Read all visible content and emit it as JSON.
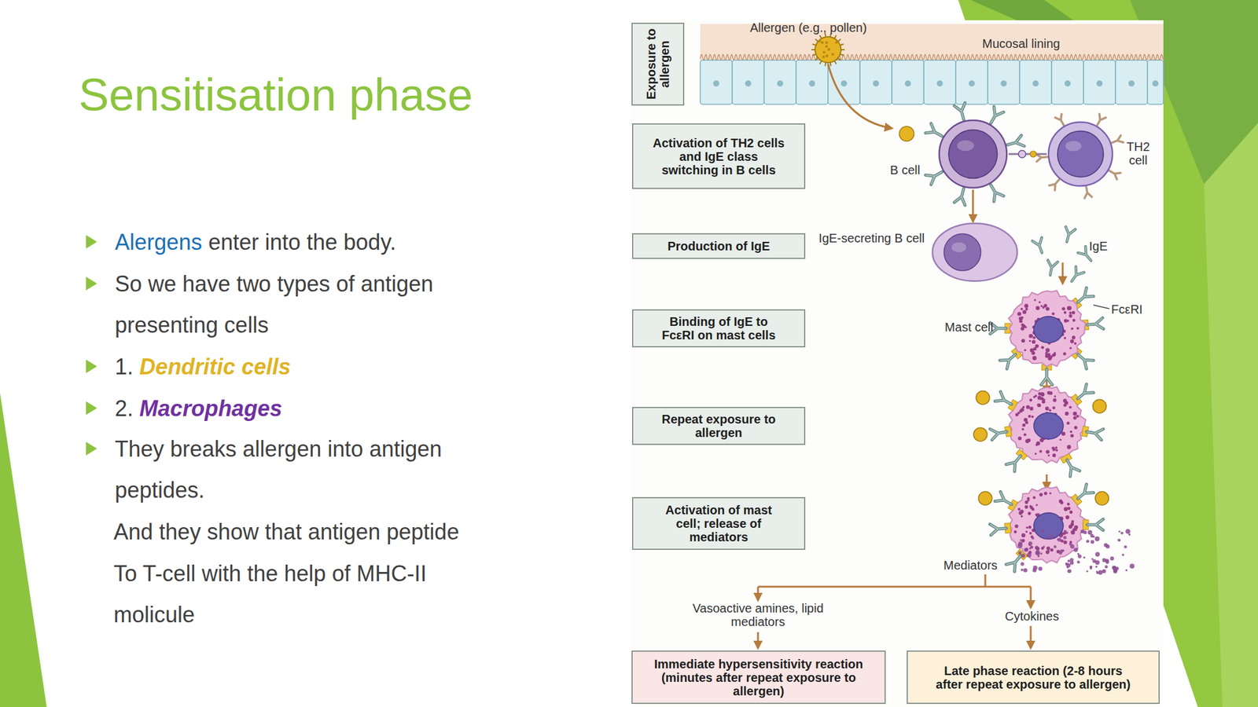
{
  "diagram": {
    "title": "Sensitisation phase",
    "nodes": [
      {
        "text": [
          "Exposure to allergen"
        ]
      },
      {
        "text": [
          "Activation of TH2 cells and IgE class switching in B cells"
        ]
      },
      {
        "text": [
          "Production of IgE"
        ]
      },
      {
        "text": [
          "Binding of IgE to FcεRI on mast cells"
        ]
      },
      {
        "text": [
          "Repeat exposure to allergen"
        ]
      },
      {
        "text": [
          "Activation of mast cell; release of mediators"
        ]
      },
      {
        "text": [
          "Immediate hypersensitivity reaction (minutes after repeat exposure to allergen)"
        ]
      },
      {
        "text": [
          "Late phase reaction (2-8 hours after repeat exposure to allergen)"
        ]
      },
      {
        "text": [
          "B cell"
        ]
      },
      {
        "text": [
          "TH2 cell"
        ]
      },
      {
        "text": [
          "IgE-secreting B cell"
        ]
      },
      {
        "text": [
          "Mast cell"
        ]
      }
    ],
    "edges": [
      {
        "from": 8,
        "to": 10,
        "arrow": "to"
      }
    ],
    "labels": [
      "Alergens",
      "enter into the body.",
      "So we have two types of antigen presenting cells",
      "1.",
      "Dendritic cells",
      "2.",
      "Macrophages",
      "They breaks allergen into antigen peptides.",
      "And they show that antigen peptide",
      "To T-cell with the help of MHC-II molicule",
      "Allergen (e.g., pollen)",
      "Mucosal lining",
      "IgE",
      "FcεRI",
      "Mediators",
      "Vasoactive amines, lipid mediators",
      "Cytokines"
    ]
  }
}
